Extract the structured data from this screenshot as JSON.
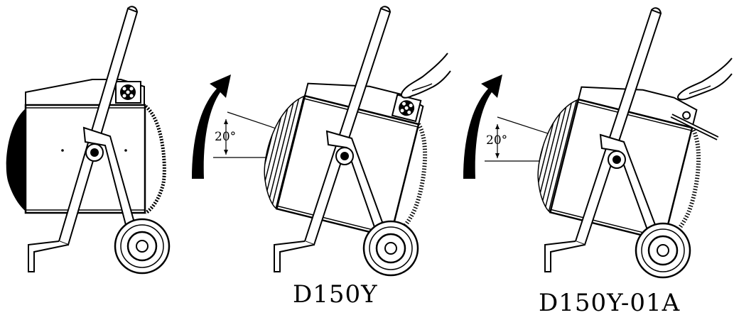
{
  "figures": [
    {
      "id": "upright",
      "model_label": "",
      "angle_label": ""
    },
    {
      "id": "tilted-d150y",
      "model_label": "D150Y",
      "angle_label": "20°"
    },
    {
      "id": "tilted-d150y-01a",
      "model_label": "D150Y-01A",
      "angle_label": "20°"
    }
  ],
  "colors": {
    "line": "#000000",
    "background": "#ffffff",
    "fill": "#ffffff"
  },
  "icons": [
    "tilt-arrow-icon",
    "hand-icon",
    "socket-icon",
    "wheel-icon",
    "knob-icon",
    "fan-grille-icon",
    "power-cord-icon"
  ]
}
